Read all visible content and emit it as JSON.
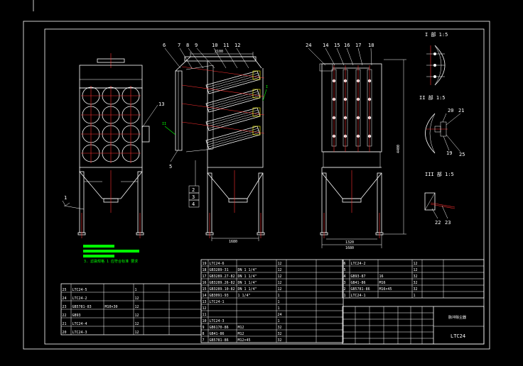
{
  "balloons_side": [
    "6",
    "7",
    "8",
    "9",
    "10",
    "11",
    "12"
  ],
  "balloons_right": [
    "24",
    "14",
    "15",
    "16",
    "17",
    "18"
  ],
  "balloon_13": "13",
  "balloon_1": "1",
  "balloon_5": "5",
  "section_marks": {
    "I": "I",
    "II": "II"
  },
  "boxes": [
    "2",
    "3",
    "4"
  ],
  "dims": {
    "top": "2100",
    "bottom_mid": "1680",
    "bottom_r1": "1320",
    "bottom_r2": "1680",
    "height": "4400"
  },
  "details": [
    {
      "title": "I  部  1:5"
    },
    {
      "title": "II  部  1:5",
      "callouts": [
        "20",
        "21",
        "19",
        "25"
      ]
    },
    {
      "title": "III  部  1:5",
      "callouts": [
        "22",
        "23"
      ]
    }
  ],
  "note_text": "3. 滤袋规格 1 应符合标准 要求",
  "model": "LTC24",
  "title_name": "脉冲除尘器",
  "bom_left": [
    {
      "no": "25",
      "name": "LTC24-5",
      "spec": "",
      "qty": "1",
      "extra": ""
    },
    {
      "no": "24",
      "name": "LTC24-2",
      "spec": "",
      "qty": "12",
      "extra": ""
    },
    {
      "no": "23",
      "name": "GB5781-83",
      "spec": "M10×30",
      "qty": "12",
      "extra": ""
    },
    {
      "no": "22",
      "name": "GB93",
      "spec": "",
      "qty": "12",
      "extra": ""
    },
    {
      "no": "21",
      "name": "LTC24-4",
      "spec": "",
      "qty": "12",
      "extra": ""
    },
    {
      "no": "20",
      "name": "LTC24-3",
      "spec": "",
      "qty": "12",
      "extra": ""
    }
  ],
  "bom_mid": [
    {
      "no": "19",
      "name": "LTC24-6",
      "spec": "",
      "qty": "12"
    },
    {
      "no": "18",
      "name": "GB3289-31",
      "spec": "DN 1 1/4\"",
      "qty": "12"
    },
    {
      "no": "17",
      "name": "GB3289.27-82",
      "spec": "DN 1 1/4\"",
      "qty": "12"
    },
    {
      "no": "16",
      "name": "GB3289.26-82",
      "spec": "DN 1 1/4\"",
      "qty": "12"
    },
    {
      "no": "15",
      "name": "GB3289.10-82",
      "spec": "DN 1 1/4\"",
      "qty": "12"
    },
    {
      "no": "14",
      "name": "GB3091-93",
      "spec": "1 1/4\"",
      "qty": "1"
    },
    {
      "no": "13",
      "name": "LTC24-1",
      "spec": "",
      "qty": "1"
    },
    {
      "no": "12",
      "name": "",
      "spec": "",
      "qty": "1"
    },
    {
      "no": "11",
      "name": "",
      "spec": "",
      "qty": "24"
    },
    {
      "no": "10",
      "name": "LTC24-3",
      "spec": "",
      "qty": "1"
    },
    {
      "no": "9",
      "name": "GB6170-86",
      "spec": "M12",
      "qty": "32"
    },
    {
      "no": "8",
      "name": "GB41-86",
      "spec": "M12",
      "qty": "32"
    },
    {
      "no": "7",
      "name": "GB5781-86",
      "spec": "M12×45",
      "qty": "32"
    }
  ],
  "bom_right": [
    {
      "no": "6",
      "name": "LTC24-2",
      "spec": "",
      "qty": "12"
    },
    {
      "no": "5",
      "name": "",
      "spec": "",
      "qty": "12"
    },
    {
      "no": "4",
      "name": "GB93-87",
      "spec": "16",
      "qty": "32"
    },
    {
      "no": "3",
      "name": "GB41-86",
      "spec": "M16",
      "qty": "32"
    },
    {
      "no": "2",
      "name": "GB5781-86",
      "spec": "M16×45",
      "qty": "32"
    },
    {
      "no": "1",
      "name": "LTC24-1",
      "spec": "",
      "qty": "1"
    }
  ]
}
